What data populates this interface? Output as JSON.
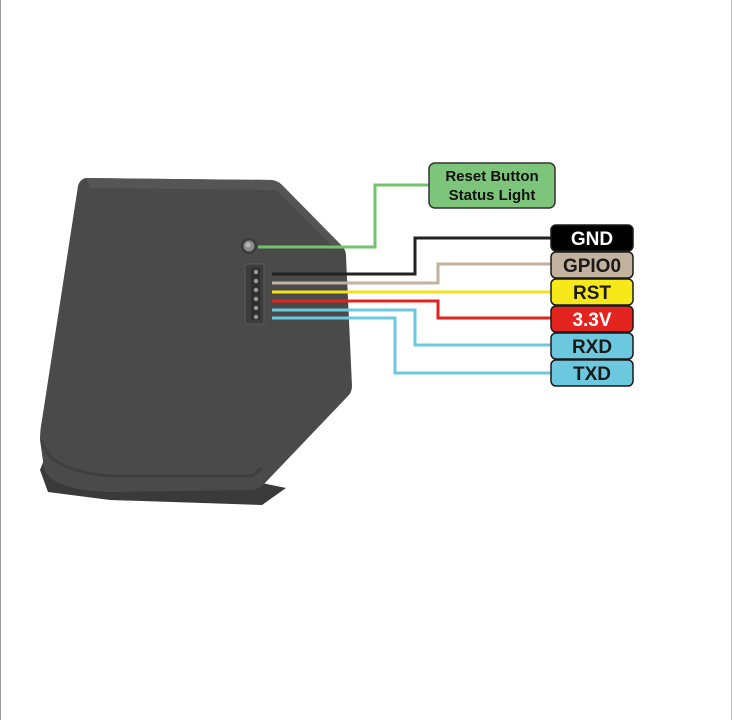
{
  "status_box": {
    "line1": "Reset Button",
    "line2": "Status Light",
    "fill": "#7dc57a",
    "wire_color": "#74c26e"
  },
  "device": {
    "body_color": "#4a4a4a",
    "shadow_color": "#3a3a3a",
    "icon": "led-button-icon",
    "connector_icon": "six-pin-header-icon"
  },
  "pins": [
    {
      "label": "GND",
      "fill": "#000000",
      "text": "#ffffff",
      "wire": "#222222"
    },
    {
      "label": "GPIO0",
      "fill": "#c2b29e",
      "text": "#1a1a1a",
      "wire": "#c2b29e"
    },
    {
      "label": "RST",
      "fill": "#f7e81a",
      "text": "#1a1a1a",
      "wire": "#f2e21a"
    },
    {
      "label": "3.3V",
      "fill": "#e3241f",
      "text": "#ffffff",
      "wire": "#e3241f"
    },
    {
      "label": "RXD",
      "fill": "#6cc8df",
      "text": "#1a1a1a",
      "wire": "#6cc8df"
    },
    {
      "label": "TXD",
      "fill": "#6cc8df",
      "text": "#1a1a1a",
      "wire": "#6cc8df"
    }
  ]
}
